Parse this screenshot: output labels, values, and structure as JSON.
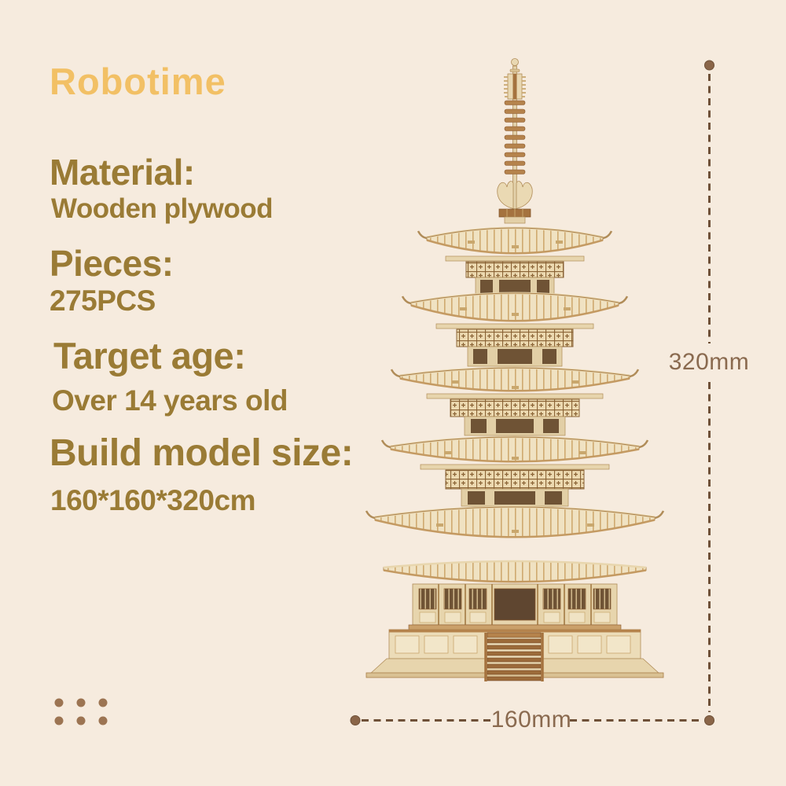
{
  "page": {
    "background_color": "#f6ebde"
  },
  "brand": {
    "logo_text": "Robotime",
    "logo_color": "#f2c065"
  },
  "specs": {
    "text_color": "#9a7b35",
    "items": [
      {
        "label": "Material:",
        "value": "Wooden plywood"
      },
      {
        "label": "Pieces:",
        "value": "275PCS"
      },
      {
        "label": "Target age:",
        "value": "Over 14 years old"
      },
      {
        "label": "Build model size:",
        "value": "160*160*320cm"
      }
    ]
  },
  "dimensions": {
    "line_color": "#6f5138",
    "label_color": "#8a6a4f",
    "height_label": "320mm",
    "width_label": "160mm"
  },
  "illustration": {
    "name": "five-storied-pagoda-wooden-model",
    "stories": 5,
    "wood_light_color": "#f0e2c2",
    "wood_accent_color": "#b08c58",
    "wood_dark_color": "#6f5335"
  },
  "decor": {
    "dot_grid": {
      "rows": 2,
      "cols": 3,
      "color": "#9c7452"
    }
  }
}
